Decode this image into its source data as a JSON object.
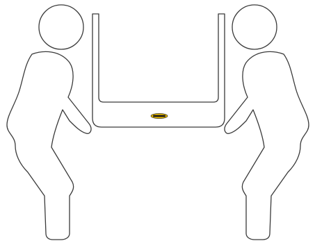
{
  "illustration": {
    "figures": [
      "person-left",
      "person-right"
    ],
    "carried_object": "frame",
    "logo": {
      "text": "",
      "colors": {
        "badge": "#e6b800",
        "text": "#1a1a1a"
      }
    }
  },
  "colors": {
    "background": "#ffffff",
    "outline": "#3a3a3a",
    "fill": "#ffffff"
  }
}
